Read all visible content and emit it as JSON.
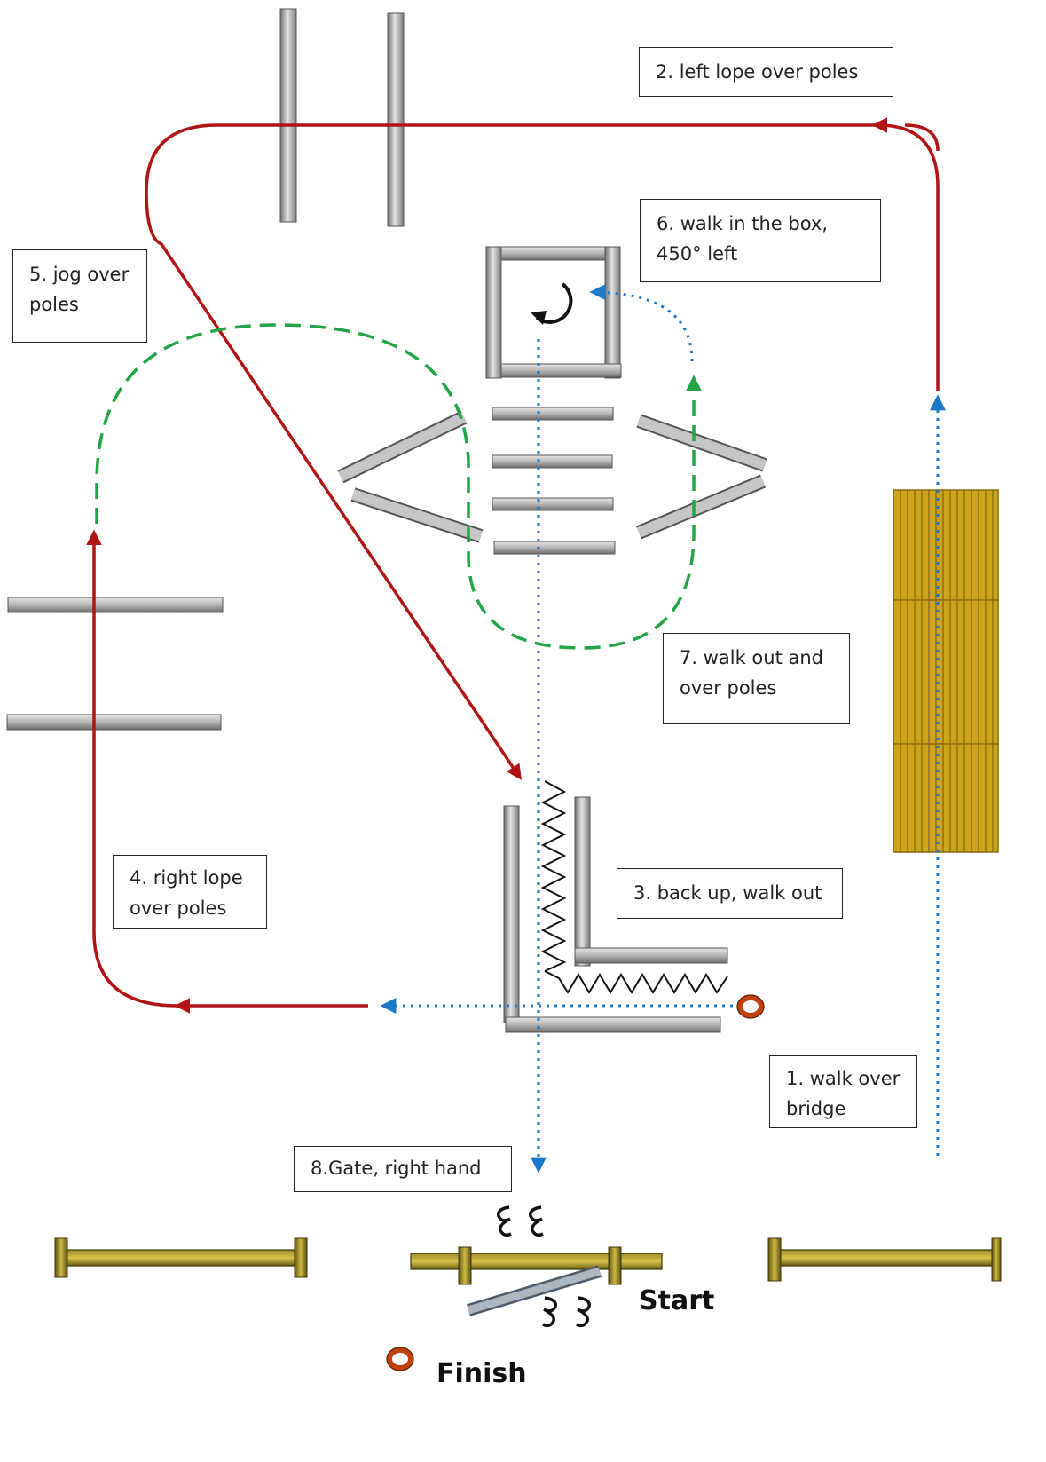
{
  "labels": {
    "step1": [
      "1. walk over",
      "bridge"
    ],
    "step2": [
      "2. left lope  over poles"
    ],
    "step3": [
      "3. back up, walk out"
    ],
    "step4": [
      "4. right lope",
      "over poles"
    ],
    "step5": [
      "5. jog over",
      "poles"
    ],
    "step6": [
      "6. walk in the box,",
      "450° left"
    ],
    "step7": [
      "7. walk out and",
      "over poles"
    ],
    "step8": [
      "8.Gate, right hand"
    ],
    "start": "Start",
    "finish": "Finish"
  },
  "icons": {
    "box_turn": "counter-clockwise-circle-arrow-icon",
    "marker": "cone-marker-icon",
    "gate_hand": "hand-ring-icon"
  },
  "colors": {
    "lope_path": "#b01414",
    "walk_path": "#1c78c8",
    "jog_path": "#22a447",
    "pole": "#a8a8a8",
    "bridge": "#c9a31a",
    "gate": "#8a7a1e",
    "marker": "#c2410c"
  }
}
